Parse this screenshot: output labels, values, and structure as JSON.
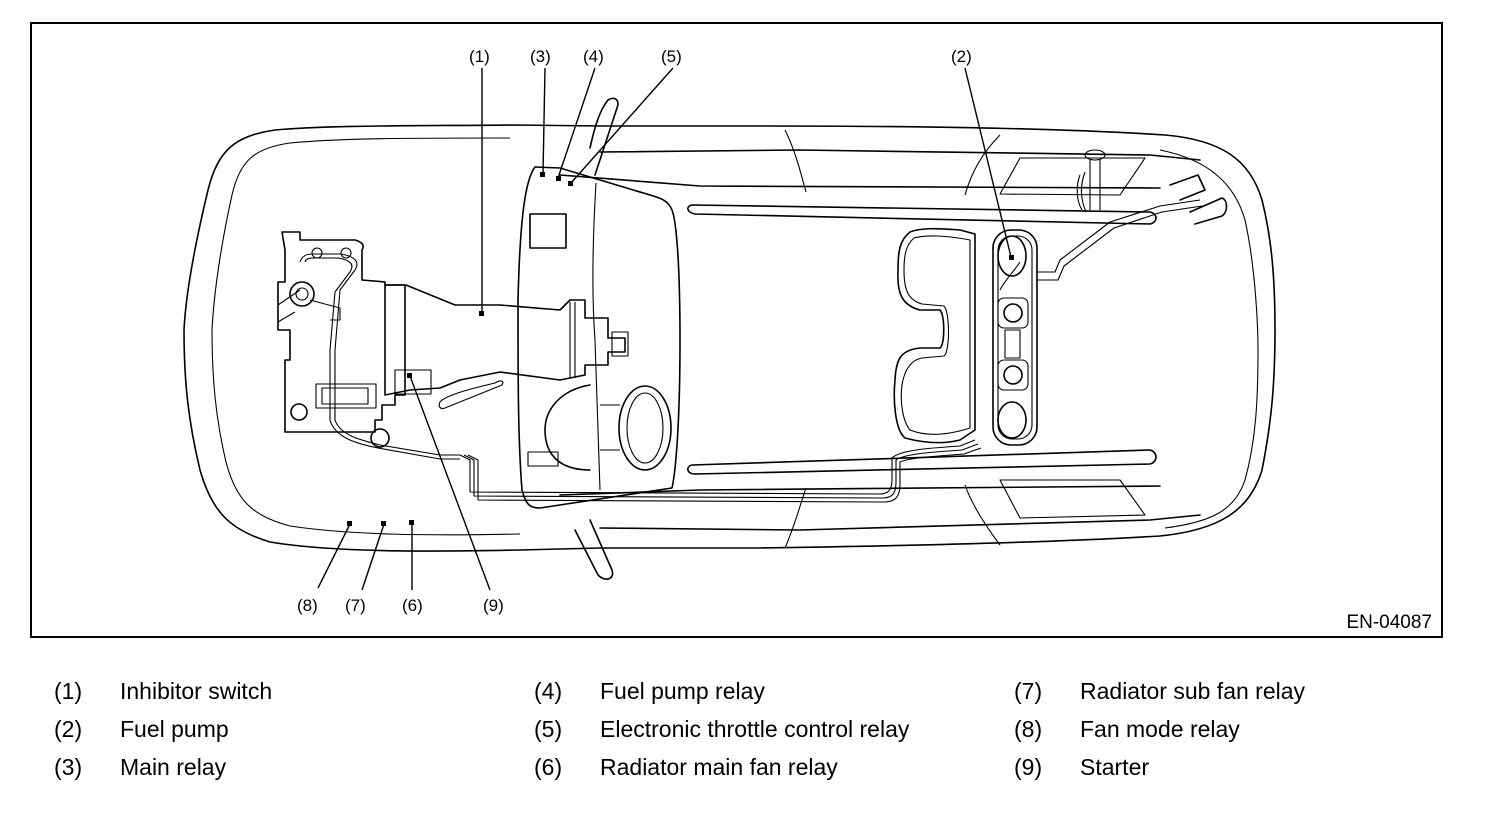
{
  "figure": {
    "id_code": "EN-04087",
    "subject": "Vehicle top view — relay and component locations",
    "callouts": [
      {
        "num": "(1)",
        "label_key": 1
      },
      {
        "num": "(2)",
        "label_key": 2
      },
      {
        "num": "(3)",
        "label_key": 3
      },
      {
        "num": "(4)",
        "label_key": 4
      },
      {
        "num": "(5)",
        "label_key": 5
      },
      {
        "num": "(6)",
        "label_key": 6
      },
      {
        "num": "(7)",
        "label_key": 7
      },
      {
        "num": "(8)",
        "label_key": 8
      },
      {
        "num": "(9)",
        "label_key": 9
      }
    ]
  },
  "legend": {
    "columns": [
      [
        {
          "num": "(1)",
          "text": "Inhibitor switch"
        },
        {
          "num": "(2)",
          "text": "Fuel pump"
        },
        {
          "num": "(3)",
          "text": "Main relay"
        }
      ],
      [
        {
          "num": "(4)",
          "text": "Fuel pump relay"
        },
        {
          "num": "(5)",
          "text": "Electronic throttle control relay"
        },
        {
          "num": "(6)",
          "text": "Radiator main fan relay"
        }
      ],
      [
        {
          "num": "(7)",
          "text": "Radiator sub fan relay"
        },
        {
          "num": "(8)",
          "text": "Fan mode relay"
        },
        {
          "num": "(9)",
          "text": "Starter"
        }
      ]
    ]
  }
}
